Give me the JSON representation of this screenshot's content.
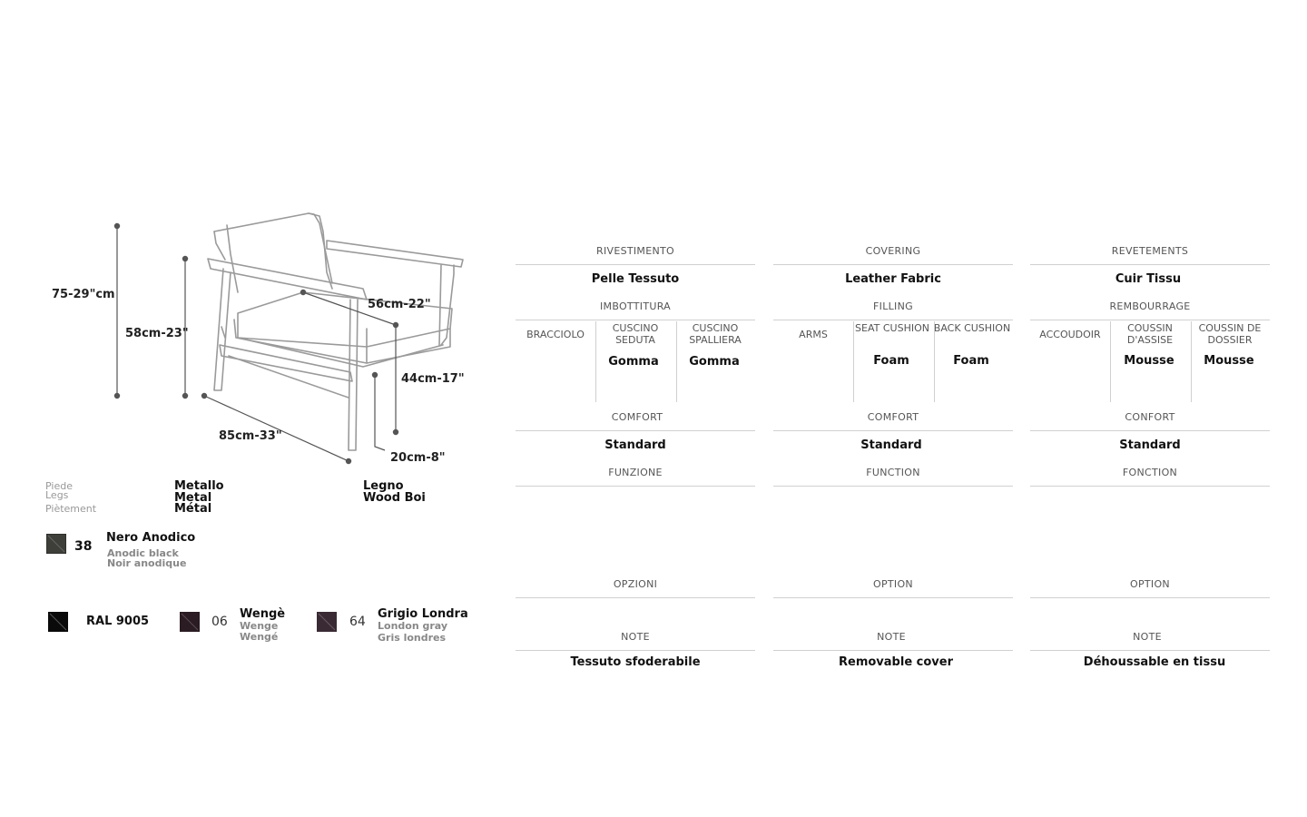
{
  "dimensions": {
    "height_total": "75-29\"cm",
    "height_arm": "58cm-23\"",
    "seat_depth": "56cm-22\"",
    "seat_height": "44cm-17\"",
    "depth": "85cm-33\"",
    "leg_height": "20cm-8\""
  },
  "legs": {
    "label_it": "Piede",
    "label_en": "Legs",
    "label_fr": "Piètement",
    "metal": [
      "Metallo",
      "Metal",
      "Métal"
    ],
    "wood": [
      "Legno",
      "Wood Boi"
    ]
  },
  "finishes": [
    {
      "code": "38",
      "name": "Nero Anodico",
      "sub1": "Anodic black",
      "sub2": "Noir anodique",
      "color": "#3d3f38"
    },
    {
      "code": "RAL 9005",
      "name": "",
      "sub1": "",
      "sub2": "",
      "color": "#0a0a0a"
    },
    {
      "code": "06",
      "name": "Wengè",
      "sub1": "Wenge",
      "sub2": "Wengé",
      "color": "#2a1c22"
    },
    {
      "code": "64",
      "name": "Grigio Londra",
      "sub1": "London gray",
      "sub2": "Gris londres",
      "color": "#3a2a33"
    }
  ],
  "specs": [
    {
      "covering_label": "RIVESTIMENTO",
      "covering_value": "Pelle Tessuto",
      "filling_label": "IMBOTTITURA",
      "arms_label": "BRACCIOLO",
      "seat_label": "CUSCINO SEDUTA",
      "back_label": "CUSCINO SPALLIERA",
      "arms_value": "",
      "seat_value": "Gomma",
      "back_value": "Gomma",
      "comfort_label": "COMFORT",
      "comfort_value": "Standard",
      "function_label": "FUNZIONE",
      "option_label": "OPZIONI",
      "note_label": "NOTE",
      "note_value": "Tessuto sfoderabile"
    },
    {
      "covering_label": "COVERING",
      "covering_value": "Leather Fabric",
      "filling_label": "FILLING",
      "arms_label": "ARMS",
      "seat_label": "SEAT CUSHION",
      "back_label": "BACK CUSHION",
      "arms_value": "",
      "seat_value": "Foam",
      "back_value": "Foam",
      "comfort_label": "COMFORT",
      "comfort_value": "Standard",
      "function_label": "FUNCTION",
      "option_label": "OPTION",
      "note_label": "NOTE",
      "note_value": "Removable cover"
    },
    {
      "covering_label": "REVETEMENTS",
      "covering_value": "Cuir Tissu",
      "filling_label": "REMBOURRAGE",
      "arms_label": "ACCOUDOIR",
      "seat_label": "COUSSIN D'ASSISE",
      "back_label": "COUSSIN DE DOSSIER",
      "arms_value": "",
      "seat_value": "Mousse",
      "back_value": "Mousse",
      "comfort_label": "CONFORT",
      "comfort_value": "Standard",
      "function_label": "FONCTION",
      "option_label": "OPTION",
      "note_label": "NOTE",
      "note_value": "Déhoussable en tissu"
    }
  ]
}
